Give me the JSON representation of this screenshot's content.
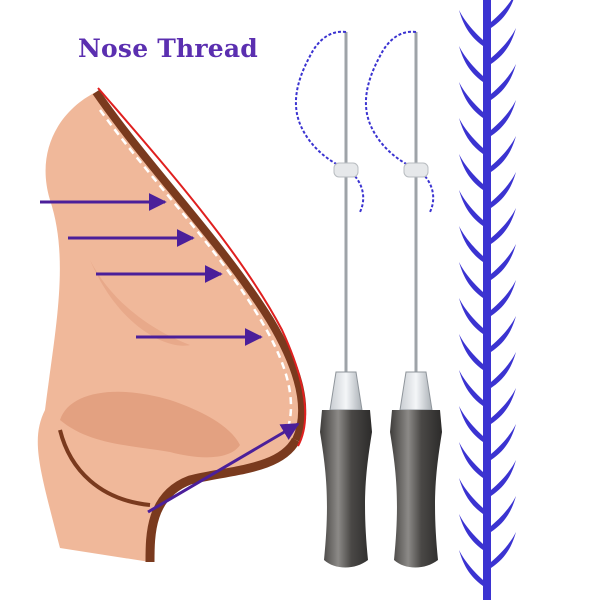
{
  "title": "Nose Thread",
  "colors": {
    "title": "#5b2fb0",
    "arrow": "#4b1f9a",
    "skin": "#f0b89a",
    "skin_shade": "#e3a181",
    "outline": "#7a3a1e",
    "contour": "#e0201f",
    "thread": "#3b33d1",
    "needle": "#9ea3a8",
    "handle": "#5c5a58"
  },
  "icons": [
    "nose-illustration",
    "cannula-needle",
    "barbed-thread"
  ]
}
